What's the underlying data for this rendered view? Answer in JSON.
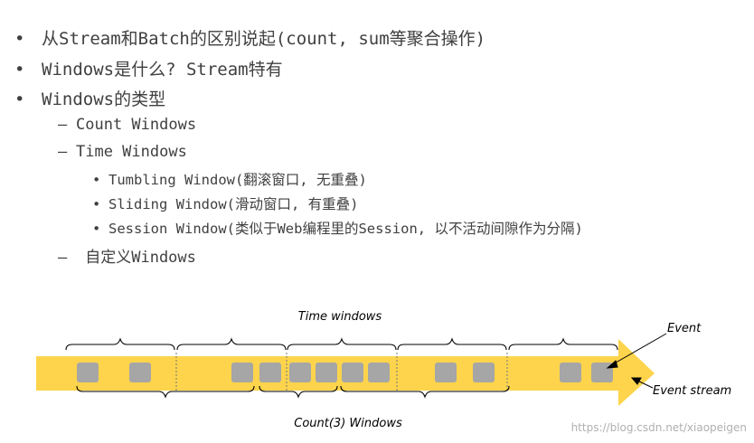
{
  "bullets": [
    {
      "level": 1,
      "marker": "•",
      "text": "从Stream和Batch的区别说起(count, sum等聚合操作)"
    },
    {
      "level": 1,
      "marker": "•",
      "text": "Windows是什么? Stream特有"
    },
    {
      "level": 1,
      "marker": "•",
      "text": "Windows的类型"
    },
    {
      "level": 2,
      "marker": "–",
      "text": "Count Windows"
    },
    {
      "level": 2,
      "marker": "–",
      "text": "Time Windows"
    },
    {
      "level": 3,
      "marker": "•",
      "text": "Tumbling Window(翻滚窗口, 无重叠)"
    },
    {
      "level": 3,
      "marker": "•",
      "text": "Sliding Window(滑动窗口, 有重叠)"
    },
    {
      "level": 3,
      "marker": "•",
      "text": "Session Window(类似于Web编程里的Session, 以不活动间隙作为分隔)"
    },
    {
      "level": 2,
      "marker": "–",
      "text": " 自定义Windows"
    }
  ],
  "diagram": {
    "time_windows_label": "Time windows",
    "count_windows_label": "Count(3) Windows",
    "event_label": "Event",
    "event_stream_label": "Event stream",
    "stream_color": "#fdd44b",
    "event_color": "#a6a6a6"
  },
  "watermark": "https://blog.csdn.net/xiaopeigen"
}
